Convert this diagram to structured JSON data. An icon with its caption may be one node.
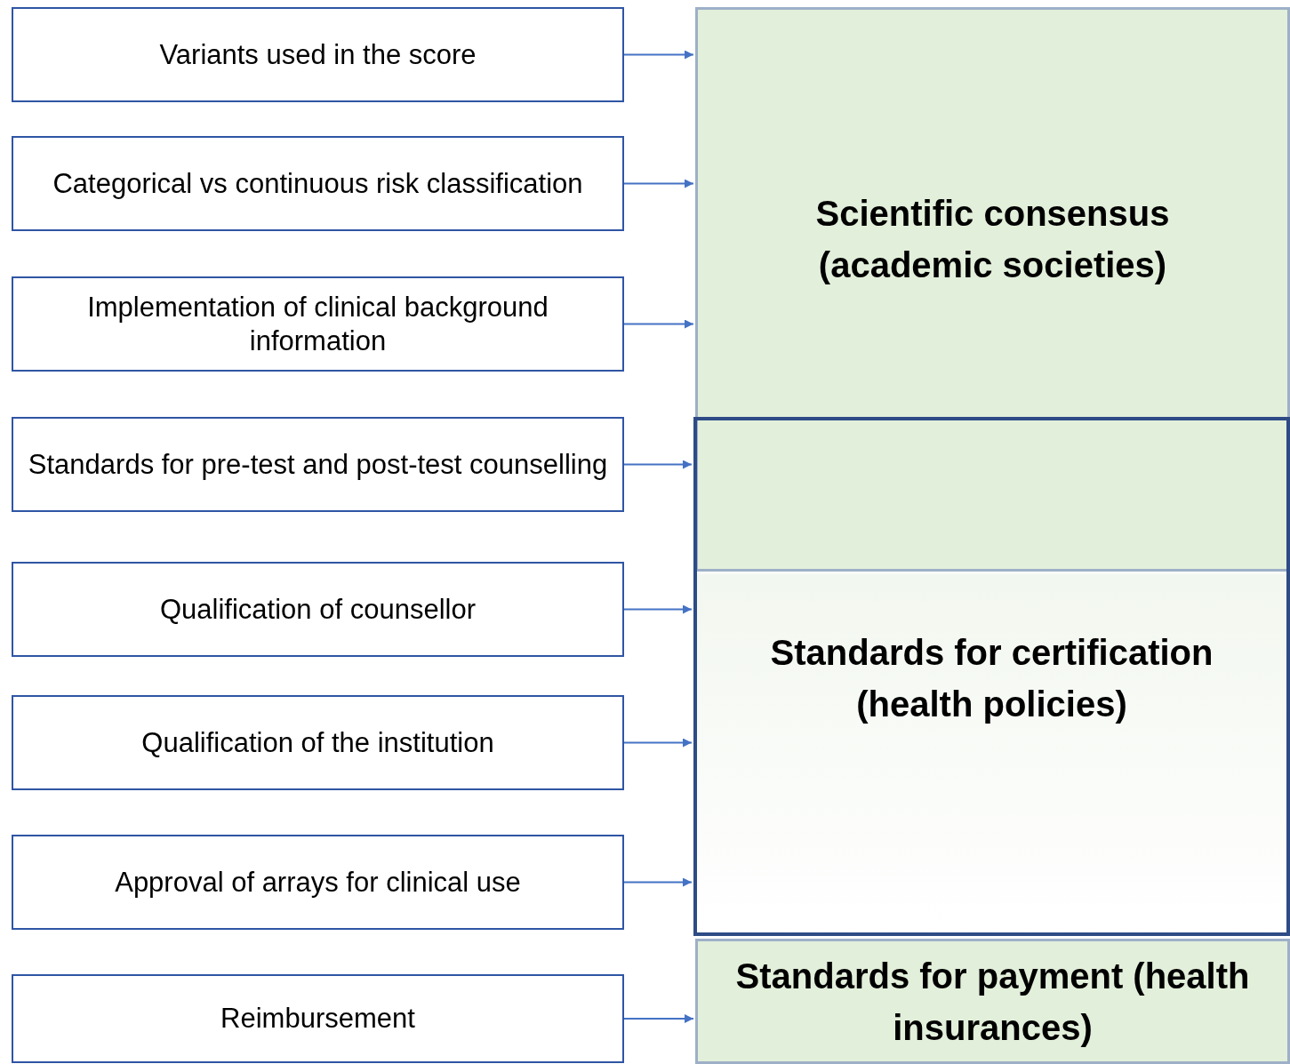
{
  "diagram": {
    "nodes": [
      {
        "text": [
          "Variants  used in the score"
        ]
      },
      {
        "text": [
          "Categorical vs continuous risk classification"
        ]
      },
      {
        "text": [
          "Implementation of clinical background information"
        ]
      },
      {
        "text": [
          "Standards for pre-test and post-test counselling"
        ]
      },
      {
        "text": [
          "Qualification of counsellor"
        ]
      },
      {
        "text": [
          "Qualification of the institution"
        ]
      },
      {
        "text": [
          "Approval of arrays for clinical use"
        ]
      },
      {
        "text": [
          "Reimbursement"
        ]
      },
      {
        "text": [
          "Scientific consensus (academic societies)"
        ]
      },
      {
        "text": [
          "Standards for certification (health policies)"
        ]
      },
      {
        "text": [
          "Standards for payment (health insurances)"
        ]
      }
    ],
    "edges": [
      {
        "from": 0,
        "to": 8,
        "arrow": "to"
      },
      {
        "from": 1,
        "to": 8,
        "arrow": "to"
      },
      {
        "from": 2,
        "to": 8,
        "arrow": "to"
      },
      {
        "from": 3,
        "to": 9,
        "arrow": "to"
      },
      {
        "from": 4,
        "to": 9,
        "arrow": "to"
      },
      {
        "from": 5,
        "to": 9,
        "arrow": "to"
      },
      {
        "from": 6,
        "to": 9,
        "arrow": "to"
      },
      {
        "from": 7,
        "to": 10,
        "arrow": "to"
      }
    ]
  }
}
